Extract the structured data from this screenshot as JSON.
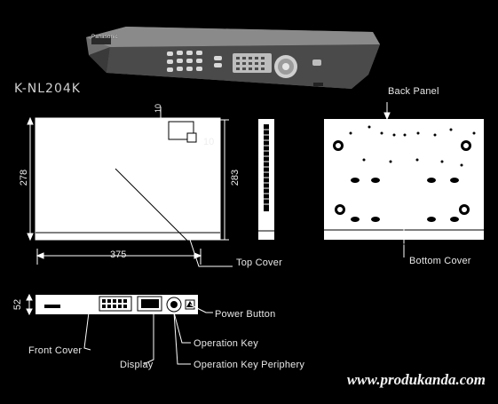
{
  "model": "K-NL204K",
  "brand_badge": "Panasonic",
  "dimensions": {
    "width": "375",
    "height_left": "278",
    "height_right": "283",
    "top_offset": "10",
    "side_offset": "10",
    "front_height": "52"
  },
  "labels": {
    "back_panel": "Back Panel",
    "top_cover": "Top Cover",
    "bottom_cover": "Bottom Cover",
    "power_button": "Power Button",
    "front_cover": "Front Cover",
    "operation_key": "Operation Key",
    "operation_key_periphery": "Operation Key Periphery",
    "display": "Display"
  },
  "watermark": "www.produkanda.com"
}
